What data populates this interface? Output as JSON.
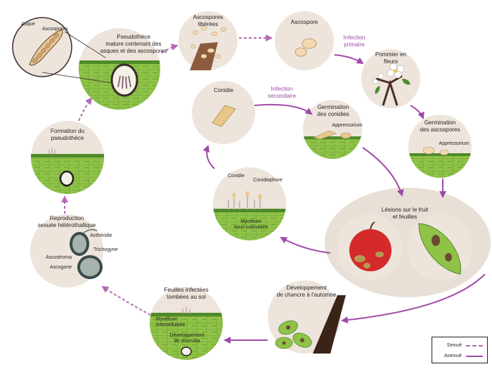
{
  "colors": {
    "sexual": "#b56bb5",
    "asexual": "#a04aa8",
    "circle": "#ede4dc",
    "leaf_dark": "#4f8a2a",
    "leaf_light": "#8fc247",
    "lesion_bg": "#e8e0d6",
    "apple_red": "#d42a2a"
  },
  "stages": {
    "pseudothecium": "Pseudothèce\nmature contenant des\nasques et des ascospores",
    "asque": "Asque",
    "ascospores_inset": "Ascospores",
    "ascospores_liberees": "Ascospores\nlibérées",
    "ascospore": "Ascospore",
    "infection_primaire": "Infection\nprimaire",
    "pommier": "Pommier en\nfleurs",
    "germ_ascospores": "Germination\ndes ascospores",
    "appressorium_1": "Appressorium",
    "conidie_top": "Conidie",
    "infection_secondaire": "Infection\nsecondaire",
    "germ_conidies": "Germination\ndes conidies",
    "appressorium_2": "Appressorium",
    "formation_pseudothece": "Formation du\npseudothèce",
    "conidie_mid": "Conidie",
    "conidiophore": "Conidiophore",
    "mycelium_sous": "Mycélium\nsous-cuticulaire",
    "lesions": "Lésions sur le fruit\net feuilles",
    "reproduction": "Reproduction\nsexuée hétérothallique",
    "antheridie": "Anthéridie",
    "trichogyne": "Trichogyne",
    "ascostroma": "Ascostroma",
    "ascogone": "Ascogone",
    "feuilles_tombees": "Feuilles infectées\ntombées au sol",
    "mycelium_inter": "Mycélium\nintercellulaire",
    "stromata": "Développement\nde stromata",
    "chancre": "Développement\nde chancre à l'automne"
  },
  "legend": {
    "sexual": "Sexué",
    "asexual": "Asexué"
  }
}
